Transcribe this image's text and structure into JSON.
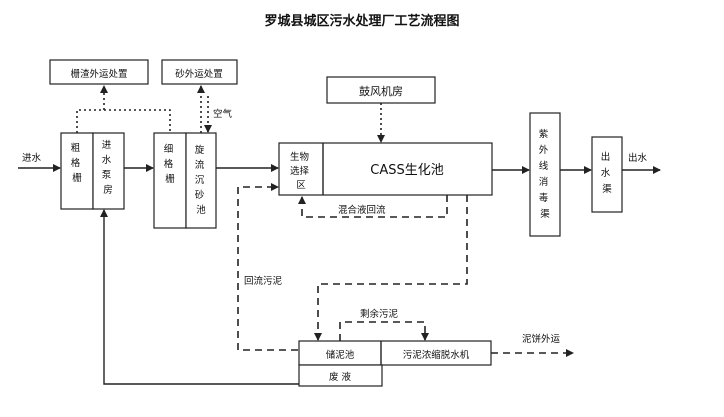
{
  "title": "罗城县城区污水处理厂工艺流程图",
  "labels": {
    "inlet": "进水",
    "outlet": "出水",
    "screenings_disposal": "栅渣外运处置",
    "grit_disposal": "砂外运处置",
    "air": "空气",
    "blower_room": "鼓风机房",
    "coarse_screen": "粗格栅",
    "inlet_pump_room": "进水泵房",
    "fine_screen": "细格栅",
    "grit_chamber": "旋流沉砂池",
    "bio_selector": "生物选择区",
    "cass_tank": "CASS生化池",
    "mixed_liquor_return": "混合液回流",
    "uv_disinfection": "紫外线消毒渠",
    "outlet_channel": "出水渠",
    "return_sludge": "回流污泥",
    "excess_sludge": "剩余污泥",
    "sludge_tank": "储泥池",
    "dewatering": "污泥浓缩脱水机",
    "cake_disposal": "泥饼外运",
    "waste_liquid": "废 液"
  }
}
